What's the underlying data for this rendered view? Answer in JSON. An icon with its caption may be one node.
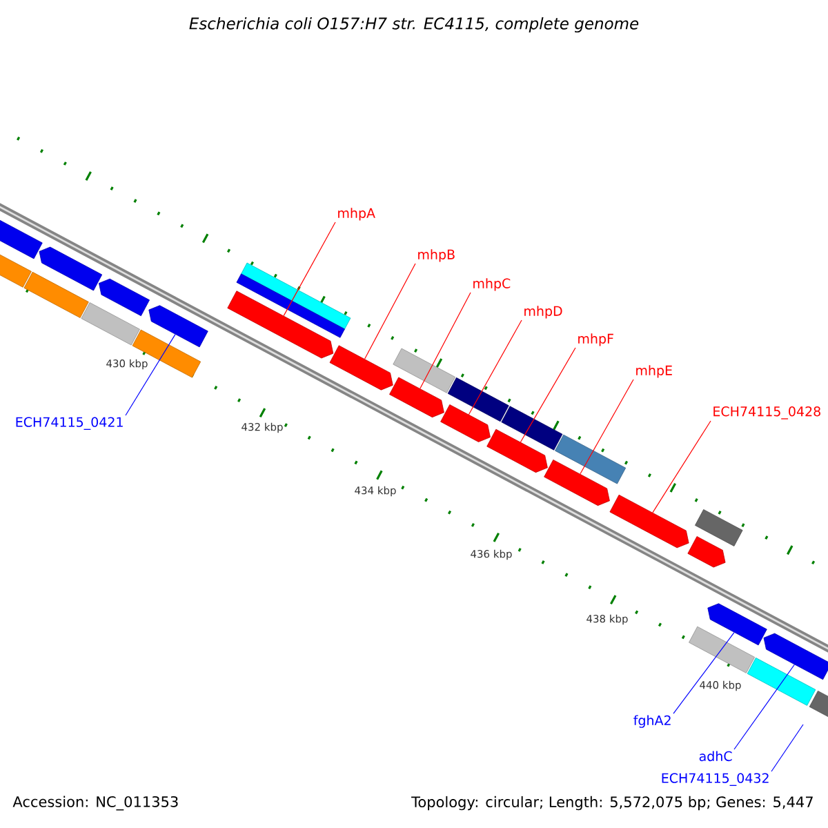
{
  "diagram": {
    "title": "Escherichia coli O157:H7 str. EC4115, complete genome",
    "nodes": [
      {
        "text": [
          "mhpA"
        ]
      },
      {
        "text": [
          "mhpB"
        ]
      },
      {
        "text": [
          "mhpC"
        ]
      },
      {
        "text": [
          "mhpD"
        ]
      },
      {
        "text": [
          "mhpF"
        ]
      },
      {
        "text": [
          "mhpE"
        ]
      },
      {
        "text": [
          "ECH74115_0428"
        ]
      },
      {
        "text": [
          "ECH74115_0421"
        ]
      },
      {
        "text": [
          "fghA2"
        ]
      },
      {
        "text": [
          "adhC"
        ]
      },
      {
        "text": [
          "ECH74115_0432"
        ]
      },
      {
        "text": [],
        "shape": "box"
      },
      {
        "text": [],
        "shape": "bar"
      },
      {
        "text": [],
        "shape": "box"
      },
      {
        "text": [],
        "shape": "bar"
      },
      {
        "text": [],
        "shape": "bar"
      },
      {
        "text": [],
        "shape": "box"
      },
      {
        "text": [],
        "shape": "bar"
      },
      {
        "text": [],
        "shape": "box"
      },
      {
        "text": [],
        "shape": "bar"
      },
      {
        "text": [],
        "shape": "bar"
      },
      {
        "text": [],
        "shape": "box"
      },
      {
        "text": [],
        "shape": "box"
      },
      {
        "text": [],
        "shape": "bar"
      },
      {
        "text": [],
        "shape": "box"
      },
      {
        "text": [],
        "shape": "bar"
      },
      {
        "text": [],
        "shape": "box"
      },
      {
        "text": [],
        "shape": "box"
      },
      {
        "text": [],
        "shape": "bar"
      },
      {
        "text": [],
        "shape": "box"
      },
      {
        "text": [],
        "shape": "bar"
      },
      {
        "text": [],
        "shape": "box"
      },
      {
        "text": [],
        "shape": "bar"
      },
      {
        "text": [],
        "shape": "box"
      },
      {
        "text": [],
        "shape": "bar"
      },
      {
        "text": [],
        "shape": "box"
      },
      {
        "text": [],
        "shape": "bar"
      },
      {
        "text": [],
        "shape": "box"
      },
      {
        "text": [],
        "shape": "bar"
      }
    ],
    "edges": [
      {
        "from": 0,
        "to": 21,
        "arrow": "none"
      },
      {
        "from": 1,
        "to": 22,
        "arrow": "none"
      },
      {
        "from": 2,
        "to": 24,
        "arrow": "none"
      },
      {
        "from": 3,
        "to": 26,
        "arrow": "none"
      },
      {
        "from": 4,
        "to": 27,
        "arrow": "none"
      },
      {
        "from": 5,
        "to": 29,
        "arrow": "none"
      },
      {
        "from": 6,
        "to": 31,
        "arrow": "none"
      },
      {
        "from": 7,
        "to": 18,
        "arrow": "none",
        "color": "#0000ff"
      },
      {
        "from": 8,
        "to": 35,
        "arrow": "none",
        "color": "#0000ff"
      },
      {
        "from": 9,
        "to": 37,
        "arrow": "none",
        "color": "#0000ff"
      },
      {
        "from": 10,
        "to": null,
        "arrow": "none",
        "color": "#0000ff"
      }
    ],
    "labels": [
      "430 kbp",
      "432 kbp",
      "434 kbp",
      "436 kbp",
      "438 kbp",
      "440 kbp",
      "Accession: NC_011353",
      "Topology: circular; Length: 5,572,075 bp; Genes: 5,447"
    ]
  }
}
